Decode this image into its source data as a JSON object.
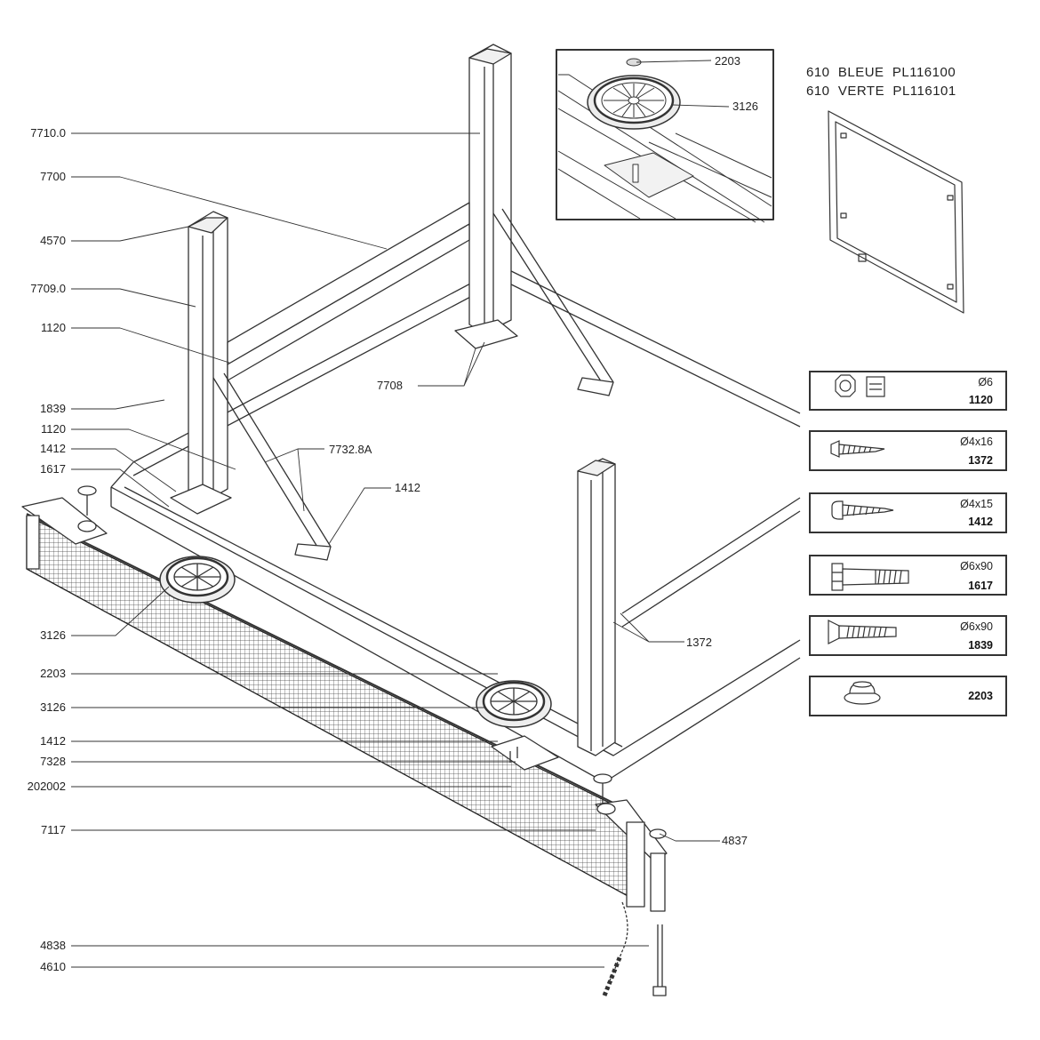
{
  "header": {
    "line1": "610  BLEUE  PL116100",
    "line2": "610  VERTE  PL116101"
  },
  "callouts": [
    {
      "label": "7710.0"
    },
    {
      "label": "7700"
    },
    {
      "label": "4570"
    },
    {
      "label": "7709.0"
    },
    {
      "label": "1120"
    },
    {
      "label": "1839"
    },
    {
      "label": "1120"
    },
    {
      "label": "1412"
    },
    {
      "label": "1617"
    },
    {
      "label": "3126"
    },
    {
      "label": "2203"
    },
    {
      "label": "3126"
    },
    {
      "label": "1412"
    },
    {
      "label": "7328"
    },
    {
      "label": "202002"
    },
    {
      "label": "7117"
    },
    {
      "label": "4838"
    },
    {
      "label": "4610"
    },
    {
      "label": "7708"
    },
    {
      "label": "7732.8A"
    },
    {
      "label": "1412"
    },
    {
      "label": "1372"
    },
    {
      "label": "4837"
    },
    {
      "label": "2203"
    },
    {
      "label": "3126"
    }
  ],
  "hardware": [
    {
      "size": "Ø6",
      "code": "1120",
      "icon": "nut-and-insert-icon"
    },
    {
      "size": "Ø4x16",
      "code": "1372",
      "icon": "wood-screw-icon"
    },
    {
      "size": "Ø4x15",
      "code": "1412",
      "icon": "pan-head-screw-icon"
    },
    {
      "size": "Ø6x90",
      "code": "1617",
      "icon": "hex-bolt-icon"
    },
    {
      "size": "Ø6x90",
      "code": "1839",
      "icon": "countersunk-bolt-icon"
    },
    {
      "size": "",
      "code": "2203",
      "icon": "push-cap-icon"
    }
  ]
}
